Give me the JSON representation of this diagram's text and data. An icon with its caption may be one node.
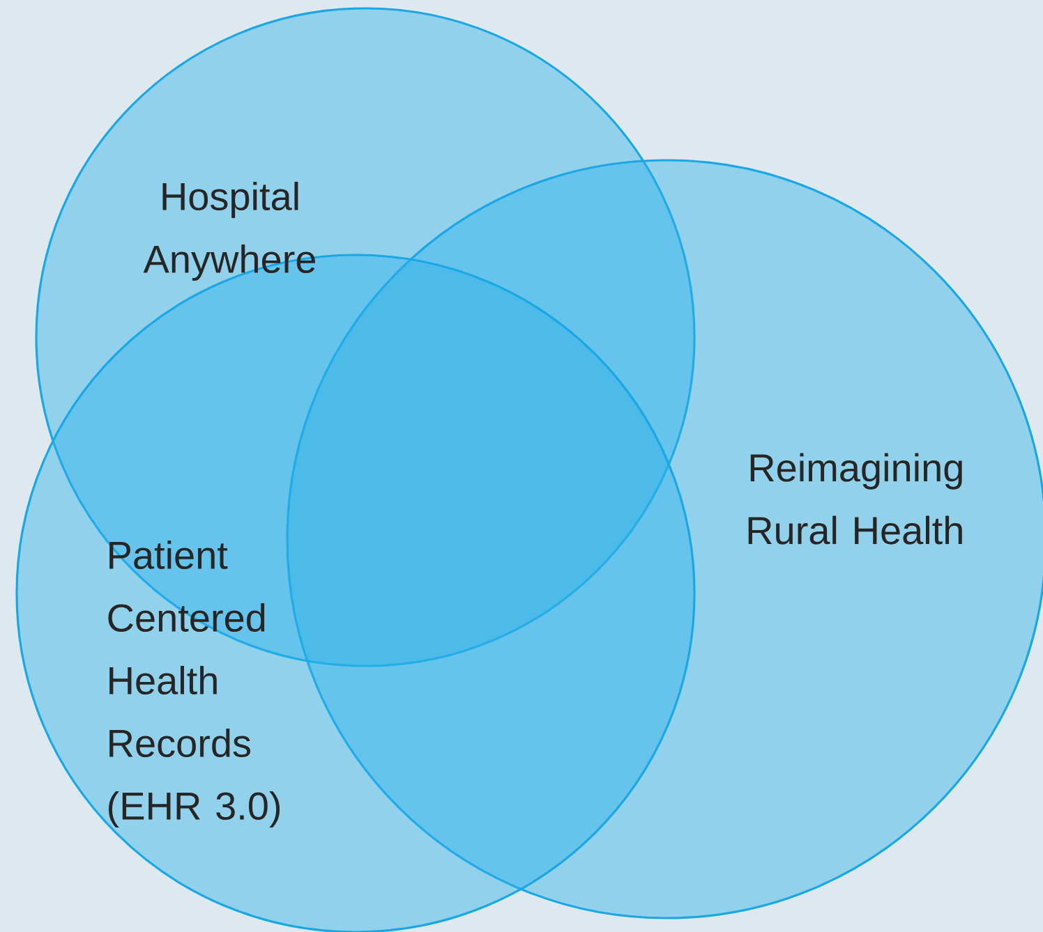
{
  "diagram": {
    "nodes": [
      {
        "text": [
          "Hospital Anywhere"
        ]
      },
      {
        "text": [
          "Reimagining Rural Health"
        ]
      },
      {
        "text": [
          "Patient Centered Health Records (EHR 3.0)"
        ]
      }
    ]
  }
}
